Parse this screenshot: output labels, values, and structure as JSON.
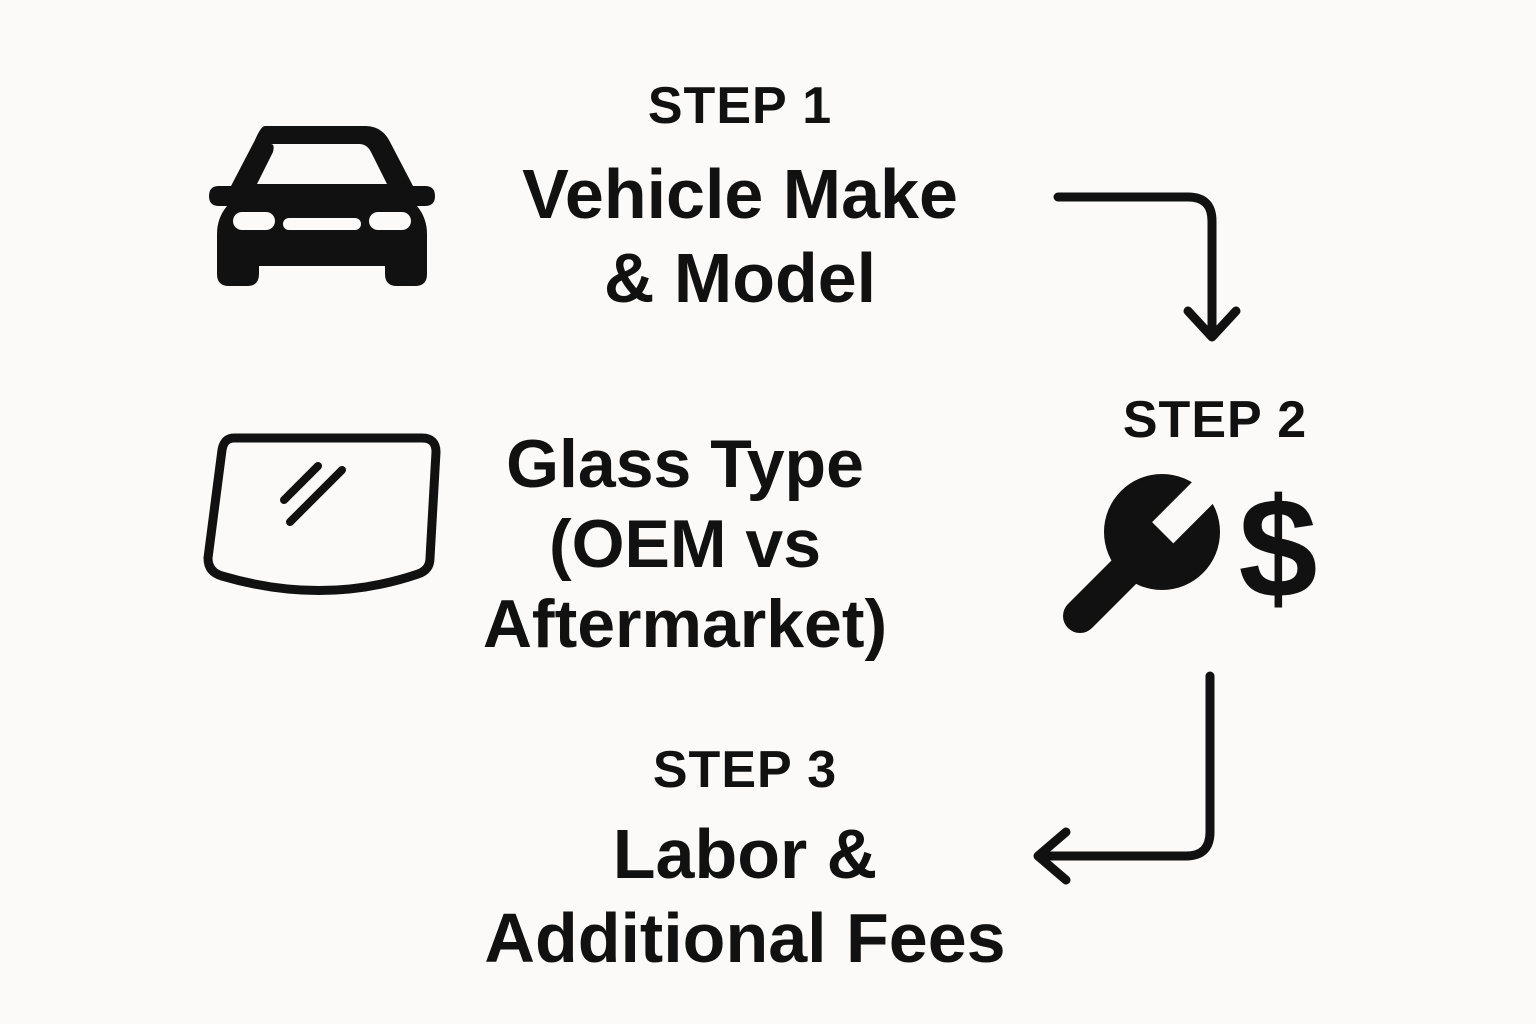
{
  "steps": [
    {
      "label": "STEP 1",
      "title_lines": [
        "Vehicle Make",
        "& Model"
      ],
      "icon": "car-icon"
    },
    {
      "label": "STEP 2",
      "title_lines": [],
      "icons": [
        "wrench-icon",
        "dollar-sign-icon"
      ]
    },
    {
      "label": "STEP 3",
      "title_lines": [
        "Labor &",
        "Additional Fees"
      ]
    }
  ],
  "factor": {
    "title_lines": [
      "Glass Type",
      "(OEM vs",
      "Aftermarket)"
    ],
    "icon": "windshield-icon"
  },
  "dollar_symbol": "$",
  "colors": {
    "ink": "#111111",
    "background": "#fbfaf8"
  }
}
